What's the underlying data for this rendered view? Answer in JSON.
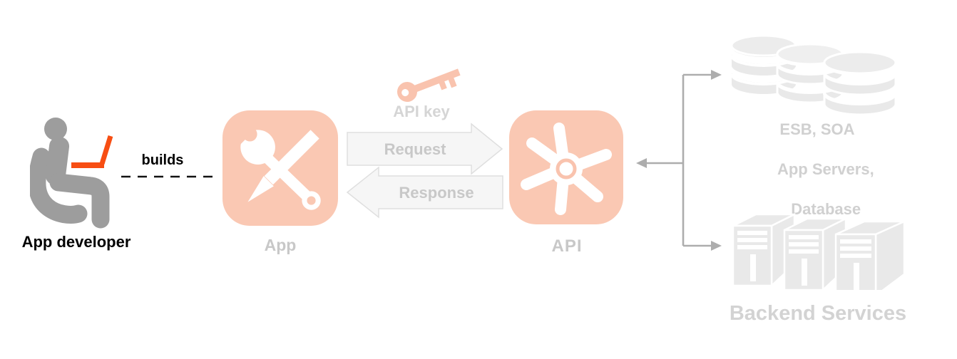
{
  "diagram": {
    "developer": {
      "label": "App developer"
    },
    "builds_link": {
      "label": "builds"
    },
    "app_node": {
      "label": "App"
    },
    "api_key": {
      "label": "API key"
    },
    "request_arrow": {
      "label": "Request"
    },
    "response_arrow": {
      "label": "Response"
    },
    "api_node": {
      "label": "API"
    },
    "esb_group": {
      "line1": "ESB, SOA",
      "line2": "App Servers,",
      "line3": "Database"
    },
    "backend_group": {
      "label": "Backend Services"
    }
  },
  "icons": {
    "developer": "seated-person-with-laptop-icon",
    "app": "wrench-and-pencil-icon",
    "api_key": "key-icon",
    "api": "impeller-gear-icon",
    "esb": "database-cylinders-icon",
    "backend": "server-towers-icon"
  },
  "colors": {
    "tile_salmon": "#fac8b3",
    "laptop_orange": "#f74e13",
    "person_gray": "#9d9d9d",
    "faded_shape_gray": "#e9e9e9",
    "arrow_fill": "#f6f6f6",
    "arrow_border": "#dfdfdf",
    "connector_gray": "#adadad",
    "label_gray": "#c8c8c8",
    "text_black": "#000000"
  }
}
